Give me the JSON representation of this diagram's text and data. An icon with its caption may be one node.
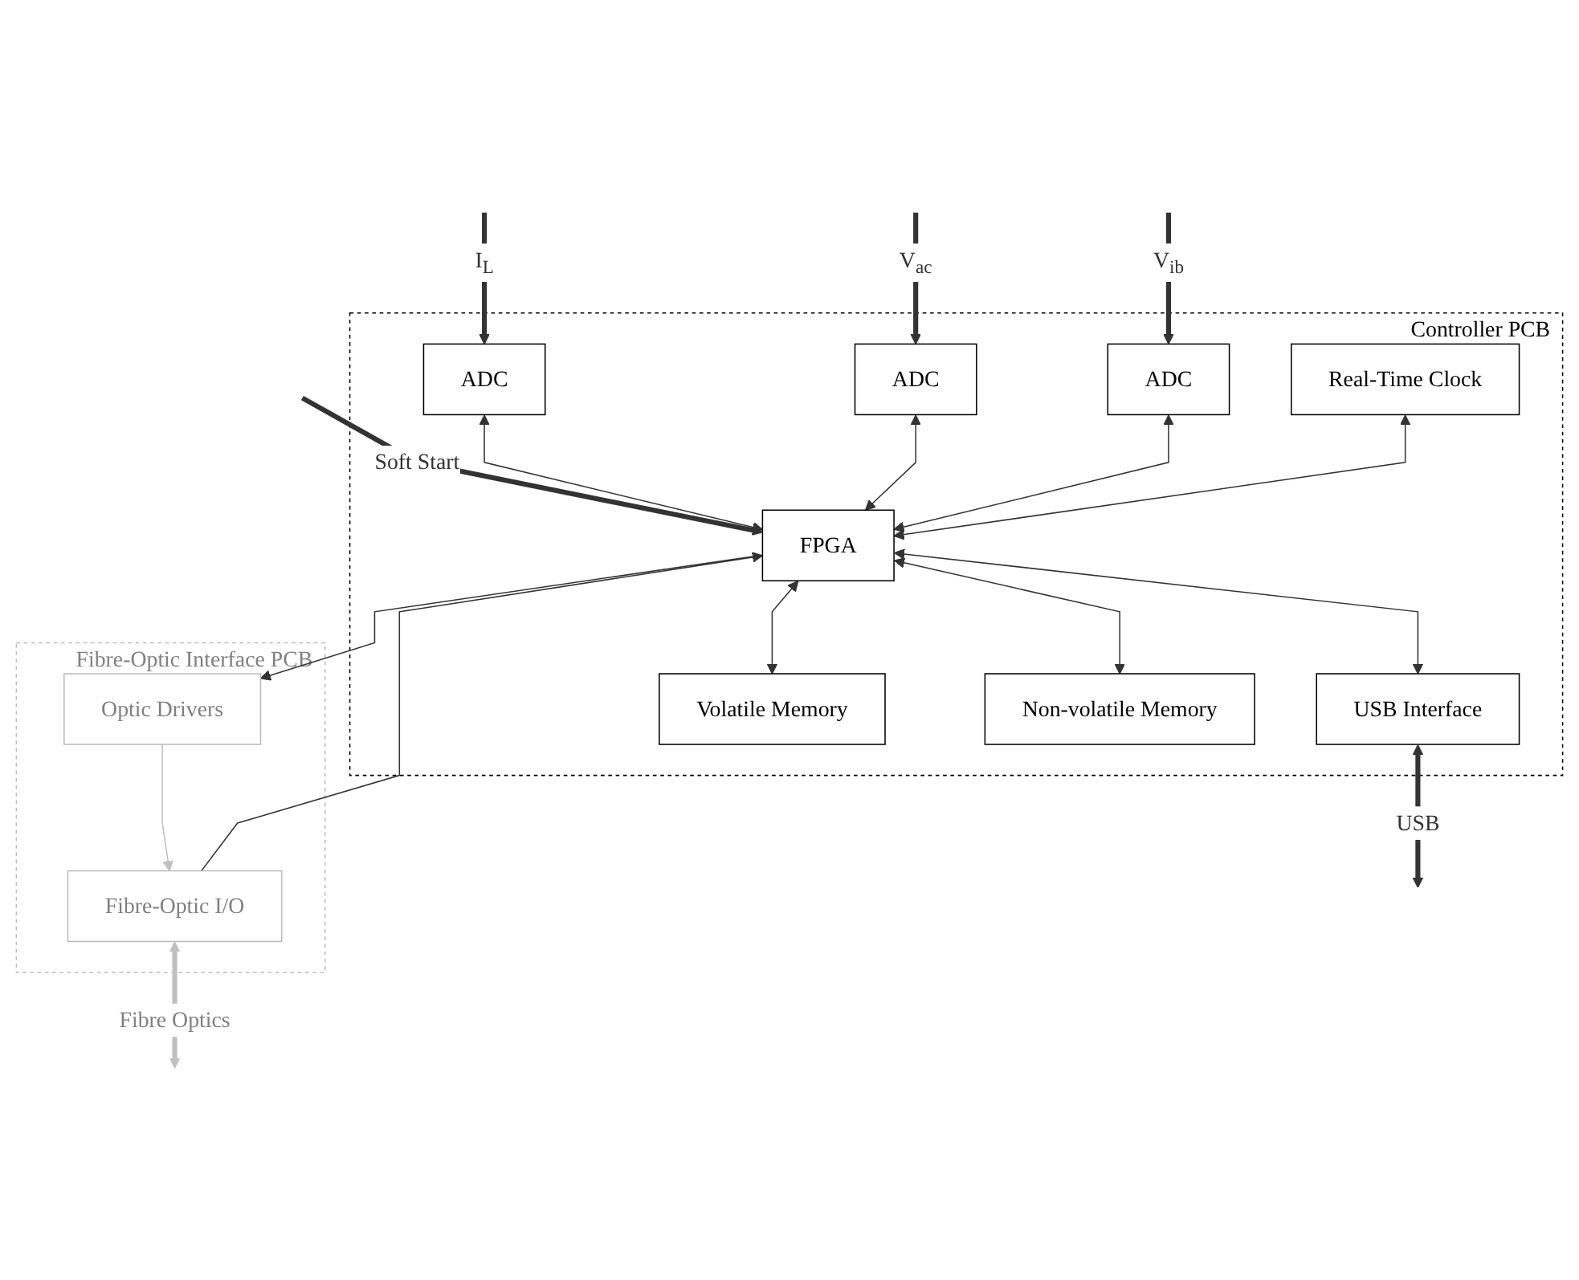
{
  "diagram": {
    "nodes": [
      {
        "text": [
          "Controller PCB"
        ]
      },
      {
        "text": [
          "Real-Time Clock"
        ],
        "in": 0
      },
      {
        "text": [
          "USB Interface"
        ],
        "in": 0
      },
      {
        "text": [
          "ADC"
        ],
        "in": 0
      },
      {
        "text": [
          "ADC"
        ],
        "in": 0
      },
      {
        "text": [
          "ADC"
        ],
        "in": 0
      },
      {
        "text": [
          "FPGA"
        ],
        "in": 0
      },
      {
        "text": [
          "Volatile Memory"
        ],
        "in": 0
      },
      {
        "text": [
          "Non-volatile Memory"
        ],
        "in": 0
      },
      {
        "text": [
          "Fibre-Optic Interface PCB"
        ]
      },
      {
        "text": [
          "Optic Drivers"
        ],
        "in": 9
      },
      {
        "text": [
          "Fibre-Optic I/O"
        ],
        "in": 9
      }
    ],
    "edges": [
      {
        "from": null,
        "to": 6,
        "arrow": "to",
        "label": "Soft Start",
        "style": "thick"
      },
      {
        "from": null,
        "to": 3,
        "arrow": "to",
        "label": "I$_{L}$",
        "style": "thick"
      },
      {
        "from": null,
        "to": 4,
        "arrow": "to",
        "label": "V$_{ac}$",
        "style": "thick"
      },
      {
        "from": null,
        "to": 5,
        "arrow": "to",
        "label": "V$_{ib}$",
        "style": "thick"
      },
      {
        "from": 3,
        "to": 6,
        "arrow": "both"
      },
      {
        "from": 4,
        "to": 6,
        "arrow": "both"
      },
      {
        "from": 5,
        "to": 6,
        "arrow": "both"
      },
      {
        "from": 1,
        "to": 6,
        "arrow": "both"
      },
      {
        "from": 6,
        "to": 2,
        "arrow": "both"
      },
      {
        "from": 6,
        "to": 7,
        "arrow": "both"
      },
      {
        "from": 6,
        "to": 8,
        "arrow": "both"
      },
      {
        "from": 2,
        "to": null,
        "arrow": "both",
        "label": "USB",
        "style": "thick"
      },
      {
        "from": 6,
        "to": 10,
        "arrow": "to"
      },
      {
        "from": 11,
        "to": 6,
        "arrow": "to"
      },
      {
        "from": 10,
        "to": 11,
        "arrow": "to",
        "color": "#c0c0c0"
      },
      {
        "from": 11,
        "to": null,
        "arrow": "both",
        "label": "Fibre Optics",
        "style": "thick",
        "color": "#c0c0c0"
      }
    ]
  }
}
